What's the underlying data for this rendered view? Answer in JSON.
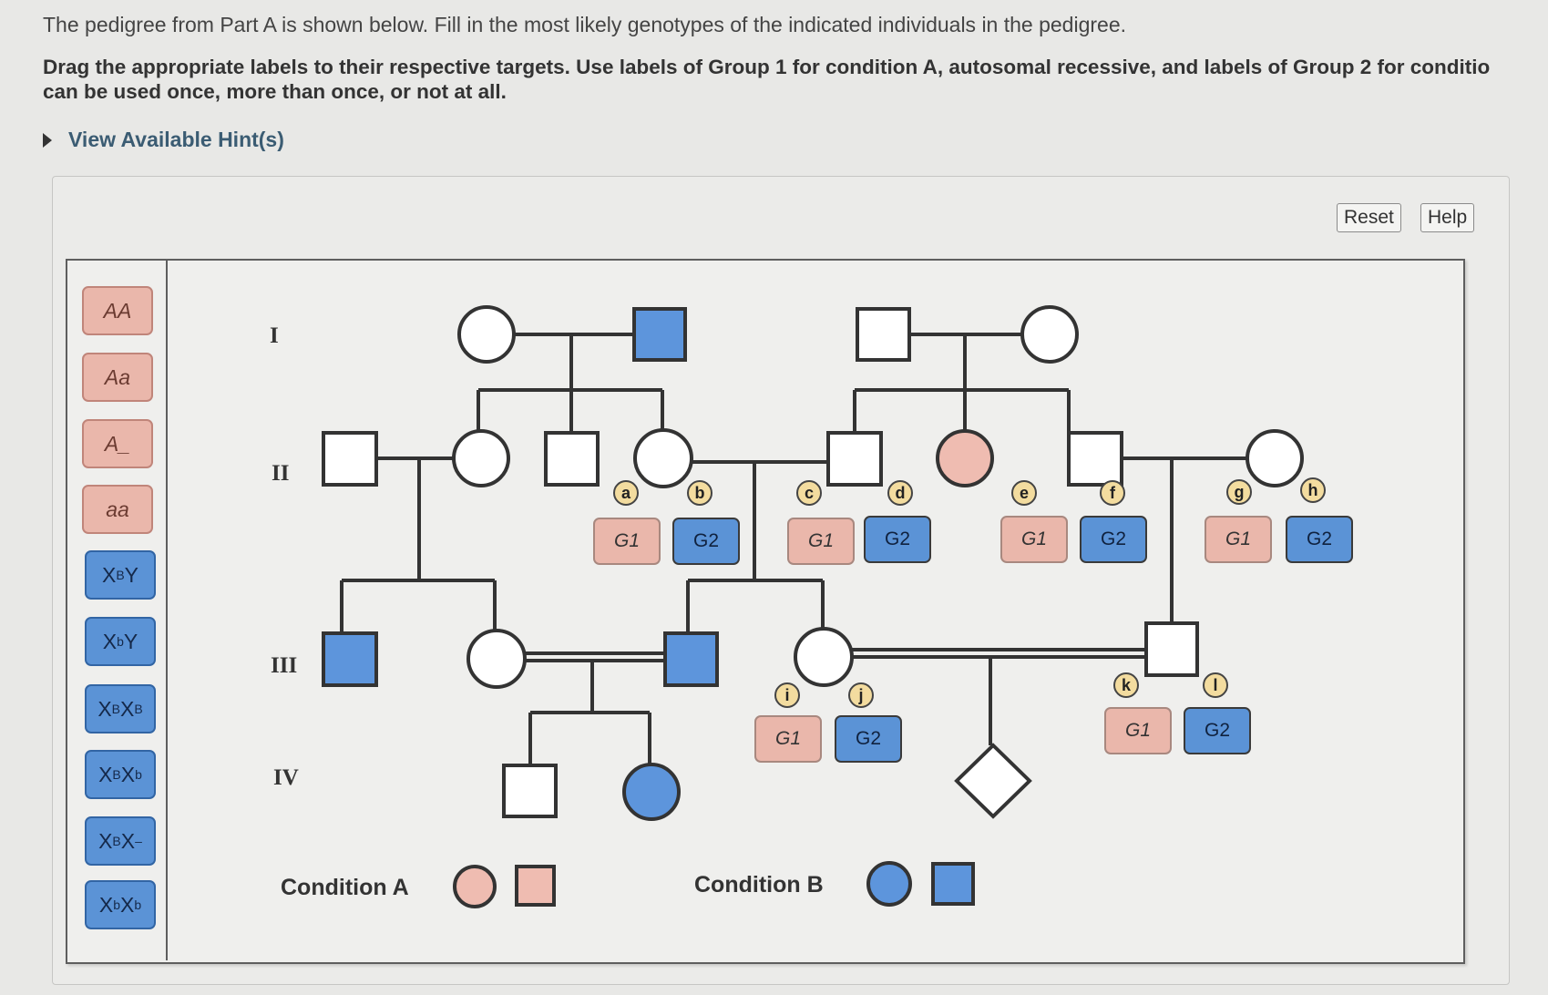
{
  "question": {
    "intro": "The pedigree from Part A is shown below. Fill in the most likely genotypes of the indicated individuals in the pedigree.",
    "instruction": "Drag the appropriate labels to their respective targets. Use labels of Group 1 for condition A, autosomal recessive, and labels of Group 2 for conditio can be used once, more than once, or not at all.",
    "instruction_line1": "Drag the appropriate labels to their respective targets. Use labels of Group 1 for condition A, autosomal recessive, and labels of Group 2 for conditio",
    "instruction_line2": "can be used once, more than once, or not at all.",
    "hint_label": "View Available Hint(s)"
  },
  "toolbar": {
    "reset_label": "Reset",
    "help_label": "Help"
  },
  "palette": {
    "group1": [
      "AA",
      "Aa",
      "A_",
      "aa"
    ],
    "group2": {
      "xby_dom": {
        "base1": "X",
        "sup1": "B",
        "base2": "Y"
      },
      "xby_rec": {
        "base1": "X",
        "sup1": "b",
        "base2": "Y"
      },
      "xbxb_dom": {
        "base1": "X",
        "sup1": "B",
        "base2": "X",
        "sup2": "B"
      },
      "xbxb_het": {
        "base1": "X",
        "sup1": "B",
        "base2": "X",
        "sup2": "b"
      },
      "xbx_unk": {
        "base1": "X",
        "sup1": "B",
        "base2": "X",
        "sup2": "–"
      },
      "xbxb_rec": {
        "base1": "X",
        "sup1": "b",
        "base2": "X",
        "sup2": "b"
      }
    }
  },
  "generations": [
    "I",
    "II",
    "III",
    "IV"
  ],
  "targets": {
    "a": "G1",
    "b": "G2",
    "c": "G1",
    "d": "G2",
    "e": "G1",
    "f": "G2",
    "g": "G1",
    "h": "G2",
    "i": "G1",
    "j": "G2",
    "k": "G1",
    "l": "G2"
  },
  "markers": [
    "a",
    "b",
    "c",
    "d",
    "e",
    "f",
    "g",
    "h",
    "i",
    "j",
    "k",
    "l"
  ],
  "legend": {
    "condition_a": "Condition A",
    "condition_b": "Condition B"
  },
  "colors": {
    "condition_a": "#efbcb1",
    "condition_b": "#5d95dc",
    "marker": "#f3dc9f",
    "hint": "#3b5c73"
  }
}
